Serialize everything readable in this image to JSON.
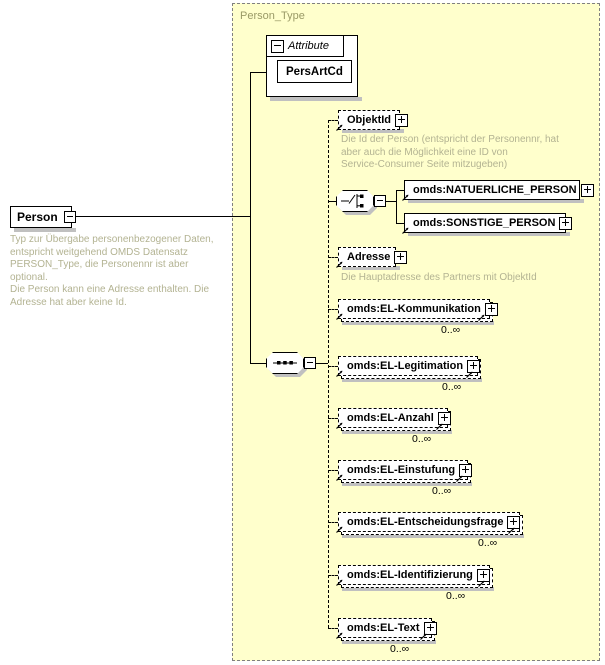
{
  "diagram": {
    "kind": "xsd-schema-diagram",
    "root": {
      "name": "Person",
      "control": "collapse-minus",
      "annotation": "Typ zur Übergabe personenbezogener Daten,\nentspricht weitgehend OMDS Datensatz\nPERSON_Type, die Personennr ist aber optional.\nDie Person kann eine Adresse enthalten. Die\nAdresse hat aber keine Id."
    },
    "type_container": {
      "title": "Person_Type"
    },
    "attribute_group": {
      "label": "Attribute",
      "control": "collapse-minus",
      "items": [
        {
          "name": "PersArtCd"
        }
      ]
    },
    "compositors": {
      "choice": {
        "kind": "choice",
        "control": "collapse-minus"
      },
      "sequence": {
        "kind": "sequence",
        "control": "collapse-minus"
      }
    },
    "children": [
      {
        "name": "ObjektId",
        "control": "expand-plus",
        "optional": true,
        "repeating": false,
        "cardinality": "",
        "annotation": "Die Id der Person (entspricht der Personennr, hat\naber auch die Möglichkeit eine ID von\nService-Consumer Seite mitzugeben)"
      },
      {
        "name": "Adresse",
        "control": "expand-plus",
        "optional": true,
        "repeating": false,
        "cardinality": "",
        "annotation": "Die Hauptadresse des Partners mit ObjektId"
      },
      {
        "name": "omds:EL-Kommunikation",
        "control": "expand-plus",
        "optional": true,
        "repeating": true,
        "cardinality": "0..∞",
        "annotation": ""
      },
      {
        "name": "omds:EL-Legitimation",
        "control": "expand-plus",
        "optional": true,
        "repeating": true,
        "cardinality": "0..∞",
        "annotation": ""
      },
      {
        "name": "omds:EL-Anzahl",
        "control": "expand-plus",
        "optional": true,
        "repeating": true,
        "cardinality": "0..∞",
        "annotation": ""
      },
      {
        "name": "omds:EL-Einstufung",
        "control": "expand-plus",
        "optional": true,
        "repeating": true,
        "cardinality": "0..∞",
        "annotation": ""
      },
      {
        "name": "omds:EL-Entscheidungsfrage",
        "control": "expand-plus",
        "optional": true,
        "repeating": true,
        "cardinality": "0..∞",
        "annotation": ""
      },
      {
        "name": "omds:EL-Identifizierung",
        "control": "expand-plus",
        "optional": true,
        "repeating": true,
        "cardinality": "0..∞",
        "annotation": ""
      },
      {
        "name": "omds:EL-Text",
        "control": "expand-plus",
        "optional": true,
        "repeating": true,
        "cardinality": "0..∞",
        "annotation": ""
      }
    ],
    "choice_children": [
      {
        "name": "omds:NATUERLICHE_PERSON",
        "control": "expand-plus",
        "optional": false,
        "repeating": false,
        "cardinality": ""
      },
      {
        "name": "omds:SONSTIGE_PERSON",
        "control": "expand-plus",
        "optional": false,
        "repeating": false,
        "cardinality": ""
      }
    ],
    "colors": {
      "container_fill": "#FFFFCC",
      "container_border": "#808080",
      "title_text": "#9A9A66",
      "annotation_text": "#B3B392",
      "node_fill": "#FFFFFF",
      "line": "#000000",
      "shadow": "#C0C0C0"
    }
  }
}
